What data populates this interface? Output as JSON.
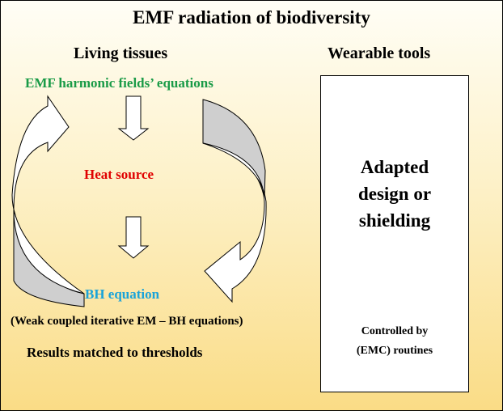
{
  "title": "EMF radiation of biodiversity",
  "columns": {
    "left": "Living tissues",
    "right": "Wearable tools"
  },
  "flow": {
    "em_equations": "EMF harmonic  fields’  equations",
    "heat_source": "Heat source",
    "bh_equation": "BH equation",
    "coupling_note": "(Weak coupled iterative EM – BH equations)",
    "results": "Results matched to thresholds"
  },
  "panel": {
    "main": "Adapted\ndesign or\nshielding",
    "footer": "Controlled by\n(EMC) routines"
  },
  "colors": {
    "em_equations": "#1a9b47",
    "heat_source": "#e00000",
    "bh_equation": "#1aa3d9",
    "arrow_fill": "#ffffff",
    "arrow_shade": "#cfcfcf",
    "background_top": "#fffef6",
    "background_bottom": "#fadc86"
  }
}
